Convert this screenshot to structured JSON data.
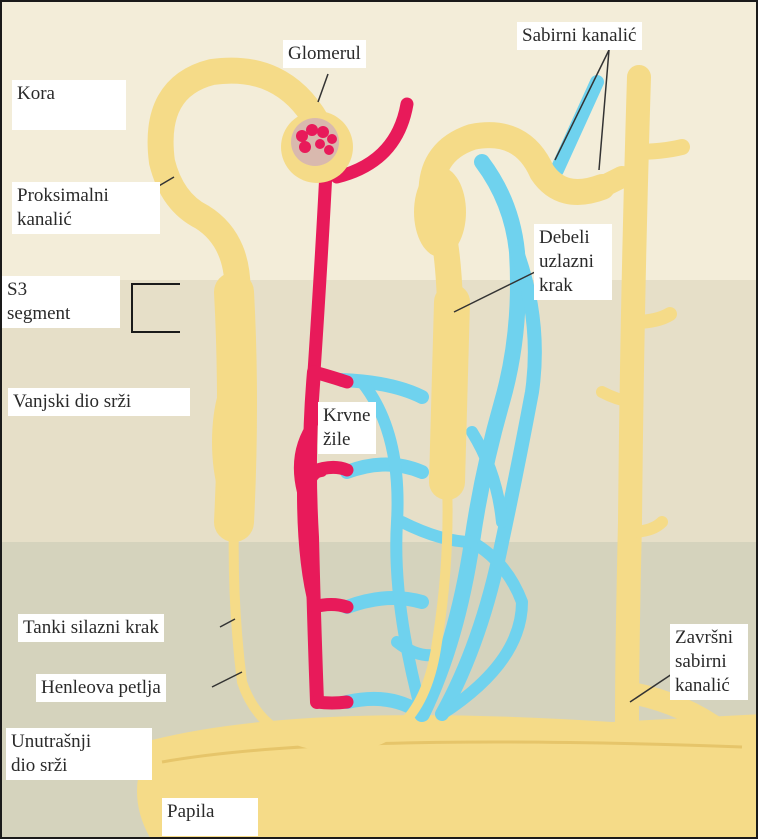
{
  "labels": {
    "kora": "Kora",
    "glomerul": "Glomerul",
    "sabirni_kanalic": "Sabirni kanalić",
    "proksimalni_kanalic": "Proksimalni\nkanalić",
    "s3_segment": "S3\nsegment",
    "debeli_uzlazni_krak": "Debeli\nuzlazni\nkrak",
    "vanjski_dio_srzi": "Vanjski dio srži",
    "krvne_zile": "Krvne\nžile",
    "tanki_silazni_krak": "Tanki silazni krak",
    "henleova_petlja": "Henleova petlja",
    "zavrsni_sabirni_kanalic": "Završni\nsabirni\nkanalić",
    "unutrasnji_dio_srzi": "Unutrašnji\ndio srži",
    "papila": "Papila"
  },
  "colors": {
    "cortex": "#f3edd9",
    "outer_medulla": "#e6dfc8",
    "inner_medulla": "#d5d3bd",
    "tubule": "#f5db88",
    "tubule_shadow": "#e6c56a",
    "vessel_red": "#e81a5a",
    "vessel_blue": "#6fd2ee",
    "glomerulus_capsule": "#d9b9ae"
  }
}
